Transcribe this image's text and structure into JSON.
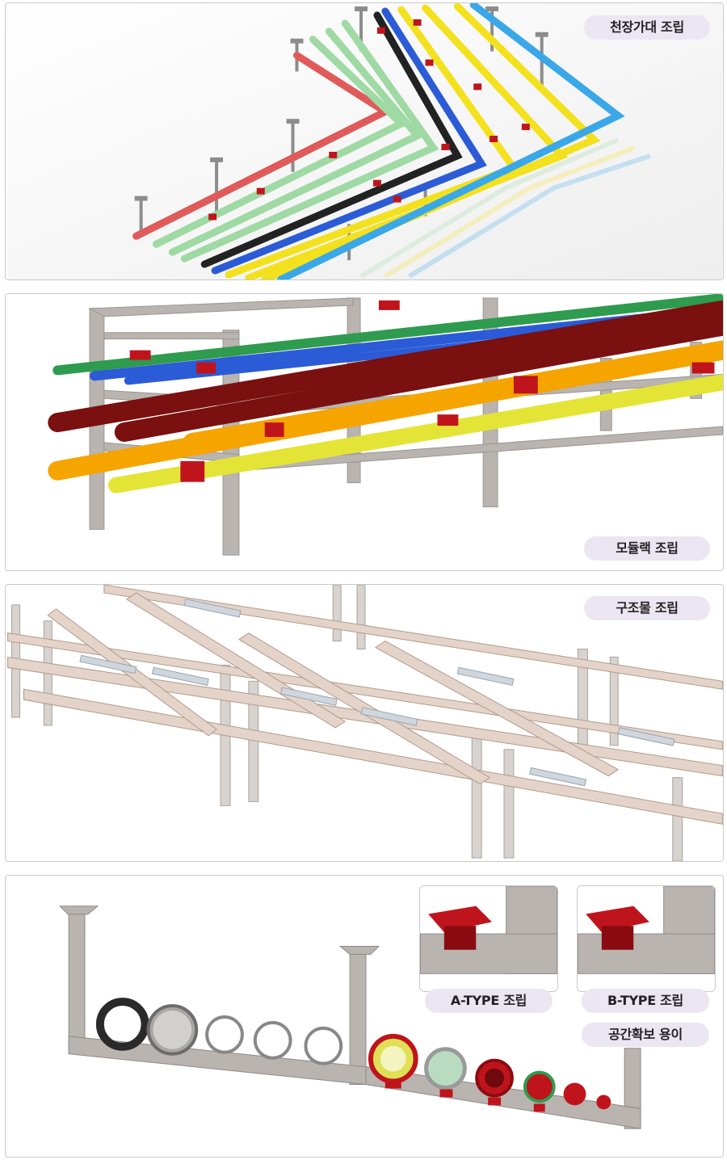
{
  "panels": [
    {
      "label": "천장가대 조립"
    },
    {
      "label": "모듈랙 조립"
    },
    {
      "label": "구조물 조립"
    },
    {
      "label_a": "A-TYPE 조립",
      "label_b": "B-TYPE 조립",
      "label_c": "공간확보 용이"
    }
  ],
  "colors": {
    "pill_bg": "#ece5f2",
    "pipe_red": "#e05a5a",
    "pipe_green": "#9fd9a4",
    "pipe_black": "#222222",
    "pipe_blue": "#2b5bd6",
    "pipe_yellow": "#f3e11e",
    "pipe_cyan": "#3aa8e8",
    "pipe_orange": "#f5a400",
    "pipe_maroon": "#7a1010",
    "steel": "#b9b4b0",
    "clamp_red": "#c0141c"
  }
}
